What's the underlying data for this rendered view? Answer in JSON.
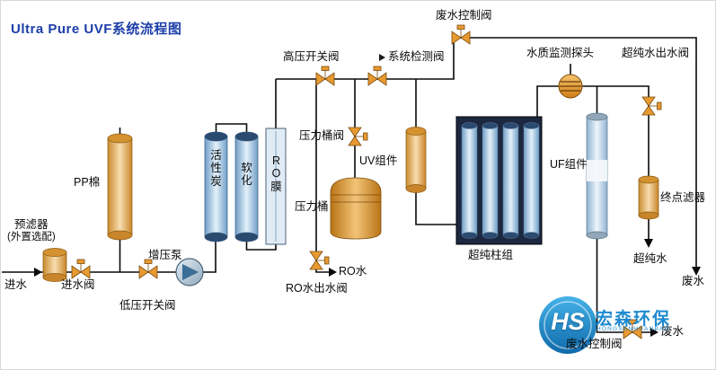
{
  "title": "Ultra Pure UVF系统流程图",
  "colors": {
    "accent_blue": "#1c3ea8",
    "pipe_line": "#0a0a0a",
    "valve_orange": "#e89a32",
    "cylinder_blue": "#6f9ec6",
    "cylinder_tan": "#c9852a",
    "logo_blue": "#1d8ad0"
  },
  "nodes": {
    "inlet": "进水",
    "pre_filter": "预滤器",
    "pre_filter_note": "(外置选配)",
    "inlet_valve": "进水阀",
    "low_pressure_valve": "低压开关阀",
    "booster_pump": "增压泵",
    "pp_cotton": "PP棉",
    "activated_carbon": "活性炭",
    "softener": "软化",
    "ro_membrane": "RO膜",
    "high_pressure_valve": "高压开关阀",
    "system_check_valve": "系统检测阀",
    "waste_control_valve_top": "废水控制阀",
    "pressure_tank_valve": "压力桶阀",
    "pressure_tank": "压力桶",
    "uv_module": "UV组件",
    "ro_outlet_valve": "RO水出水阀",
    "ro_water": "RO水",
    "pure_column_group": "超纯柱组",
    "water_quality_probe": "水质监测探头",
    "uf_module": "UF组件",
    "pure_outlet_valve": "超纯水出水阀",
    "end_filter": "终点滤器",
    "pure_water": "超纯水",
    "waste_water_right": "废水",
    "waste_control_valve_bottom": "废水控制阀",
    "waste_water_bottom": "废水"
  },
  "logo": {
    "monogram": "HS",
    "name": "宏森环保",
    "subtitle": "HONGSENHUANBAO"
  }
}
